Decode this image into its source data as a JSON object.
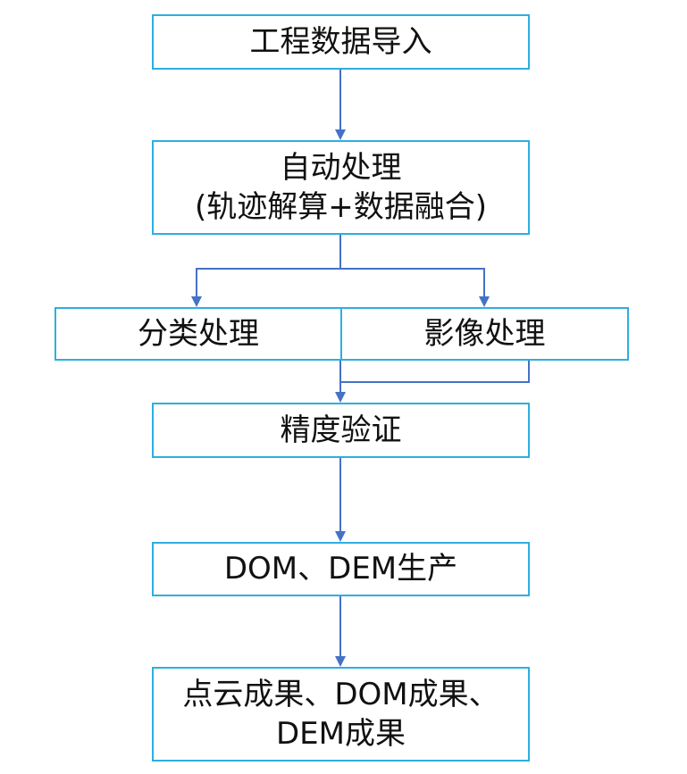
{
  "flowchart": {
    "step_import": "工程数据导入",
    "step_auto_line1": "自动处理",
    "step_auto_line2": "(轨迹解算+数据融合)",
    "step_classify": "分类处理",
    "step_image": "影像处理",
    "step_accuracy": "精度验证",
    "step_production": "DOM、DEM生产",
    "step_results_line1": "点云成果、DOM成果、",
    "step_results_line2": "DEM成果"
  },
  "colors": {
    "box_border": "#2eaee0",
    "connector": "#4472c4",
    "text": "#111111",
    "background": "#ffffff"
  }
}
